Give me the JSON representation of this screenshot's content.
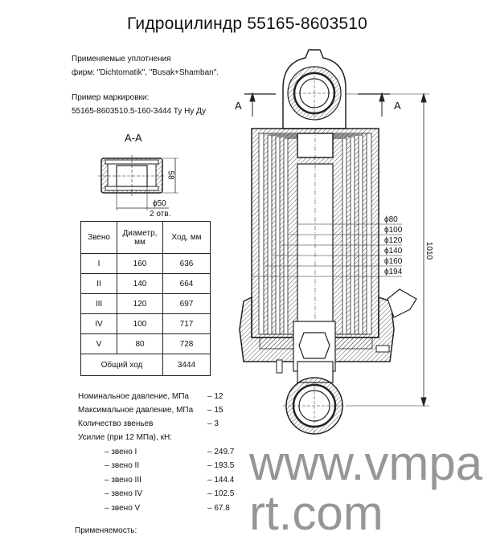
{
  "title": "Гидроцилиндр 55165-8603510",
  "seals": {
    "line1": "Применяемые уплотнения",
    "line2": "фирм: \"Dichtomatik\", \"Busak+Shamban\"."
  },
  "marking": {
    "label": "Пример маркировки:",
    "example": "55165-8603510.5-160-3444 Ту Ну Ду"
  },
  "section": {
    "title": "А-А",
    "dim_height": "58",
    "dim_diameter": "ϕ50",
    "dim_count": "2 отв.",
    "cut_label_left": "А",
    "cut_label_right": "А"
  },
  "diameters": [
    "ϕ80",
    "ϕ100",
    "ϕ120",
    "ϕ140",
    "ϕ160",
    "ϕ194"
  ],
  "overall_length": "1010",
  "table": {
    "headers": [
      "Звено",
      "Диаметр, мм",
      "Ход, мм"
    ],
    "rows": [
      {
        "stage": "I",
        "diameter": "160",
        "stroke": "636"
      },
      {
        "stage": "II",
        "diameter": "140",
        "stroke": "664"
      },
      {
        "stage": "III",
        "diameter": "120",
        "stroke": "697"
      },
      {
        "stage": "IV",
        "diameter": "100",
        "stroke": "717"
      },
      {
        "stage": "V",
        "diameter": "80",
        "stroke": "728"
      }
    ],
    "total_label": "Общий ход",
    "total_value": "3444"
  },
  "specs": [
    {
      "label": "Номинальное давление, МПа",
      "value": "– 12"
    },
    {
      "label": "Максимальное давление, МПа",
      "value": "– 15"
    },
    {
      "label": "Количество звеньев",
      "value": "– 3"
    }
  ],
  "force": {
    "label": "Усилие (при 12 МПа), кН:",
    "items": [
      {
        "label": "– звено I",
        "value": "– 249.7"
      },
      {
        "label": "– звено II",
        "value": "– 193.5"
      },
      {
        "label": "– звено III",
        "value": "– 144.4"
      },
      {
        "label": "– звено IV",
        "value": "– 102.5"
      },
      {
        "label": "– звено V",
        "value": "– 67.8"
      }
    ]
  },
  "applicability_label": "Применяемость:",
  "watermark": "www.vmpart.com"
}
